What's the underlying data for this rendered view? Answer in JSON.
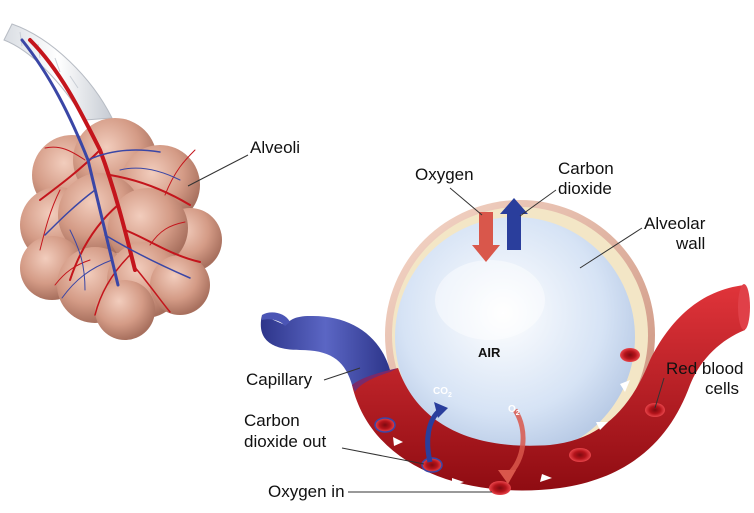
{
  "labels": {
    "alveoli": "Alveoli",
    "oxygen": "Oxygen",
    "carbon_dioxide_line1": "Carbon",
    "carbon_dioxide_line2": "dioxide",
    "alveolar_wall_line1": "Alveolar",
    "alveolar_wall_line2": "wall",
    "air": "AIR",
    "capillary": "Capillary",
    "red_blood_cells_line1": "Red blood",
    "red_blood_cells_line2": "cells",
    "co2_out_line1": "Carbon",
    "co2_out_line2": "dioxide out",
    "oxygen_in": "Oxygen in"
  },
  "gas_marks": {
    "co2_base": "CO",
    "co2_sub": "2",
    "o2_base": "O",
    "o2_sub": "2"
  },
  "colors": {
    "blood_red": "#c4151c",
    "vein_blue": "#3a46a6",
    "alveolus_pink": "#d9a08a",
    "air_blue": "#dce8f6",
    "oxygen_arrow": "#d9574b",
    "co2_arrow": "#2a3e9c"
  }
}
